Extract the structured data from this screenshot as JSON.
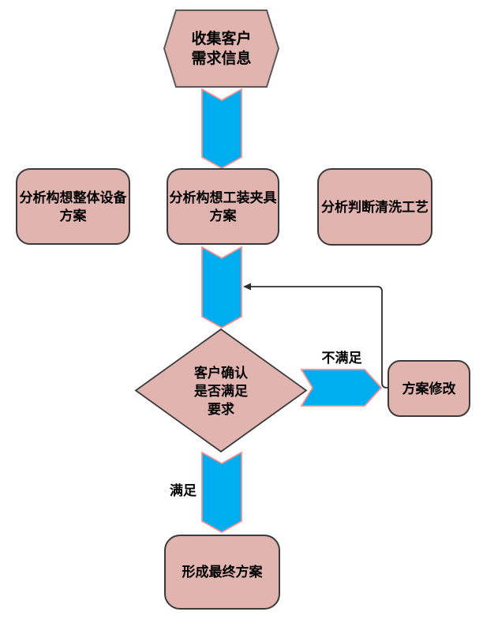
{
  "colors": {
    "shape_fill": "#e2b4b0",
    "shape_border": "#3a3a3a",
    "hexagon_border": "#595959",
    "arrow_fill": "#00aeef",
    "arrow_border": "#f78f8f",
    "connector": "#2e2e2e",
    "text": "#000000",
    "page_bg": "#ffffff"
  },
  "flowchart": {
    "nodes": {
      "start_hexagon": {
        "label": "收集客户\n需求信息"
      },
      "box_left": {
        "label": "分析构想整体设备\n方案"
      },
      "box_middle": {
        "label": "分析构想工装夹具\n方案"
      },
      "box_right": {
        "label": "分析判断清洗工艺"
      },
      "decision_diamond": {
        "label": "客户确认\n是否满足\n要求"
      },
      "box_modify": {
        "label": "方案修改"
      },
      "box_final": {
        "label": "形成最终方案"
      }
    },
    "edges": {
      "no_label": "不满足",
      "yes_label": "满足"
    }
  }
}
